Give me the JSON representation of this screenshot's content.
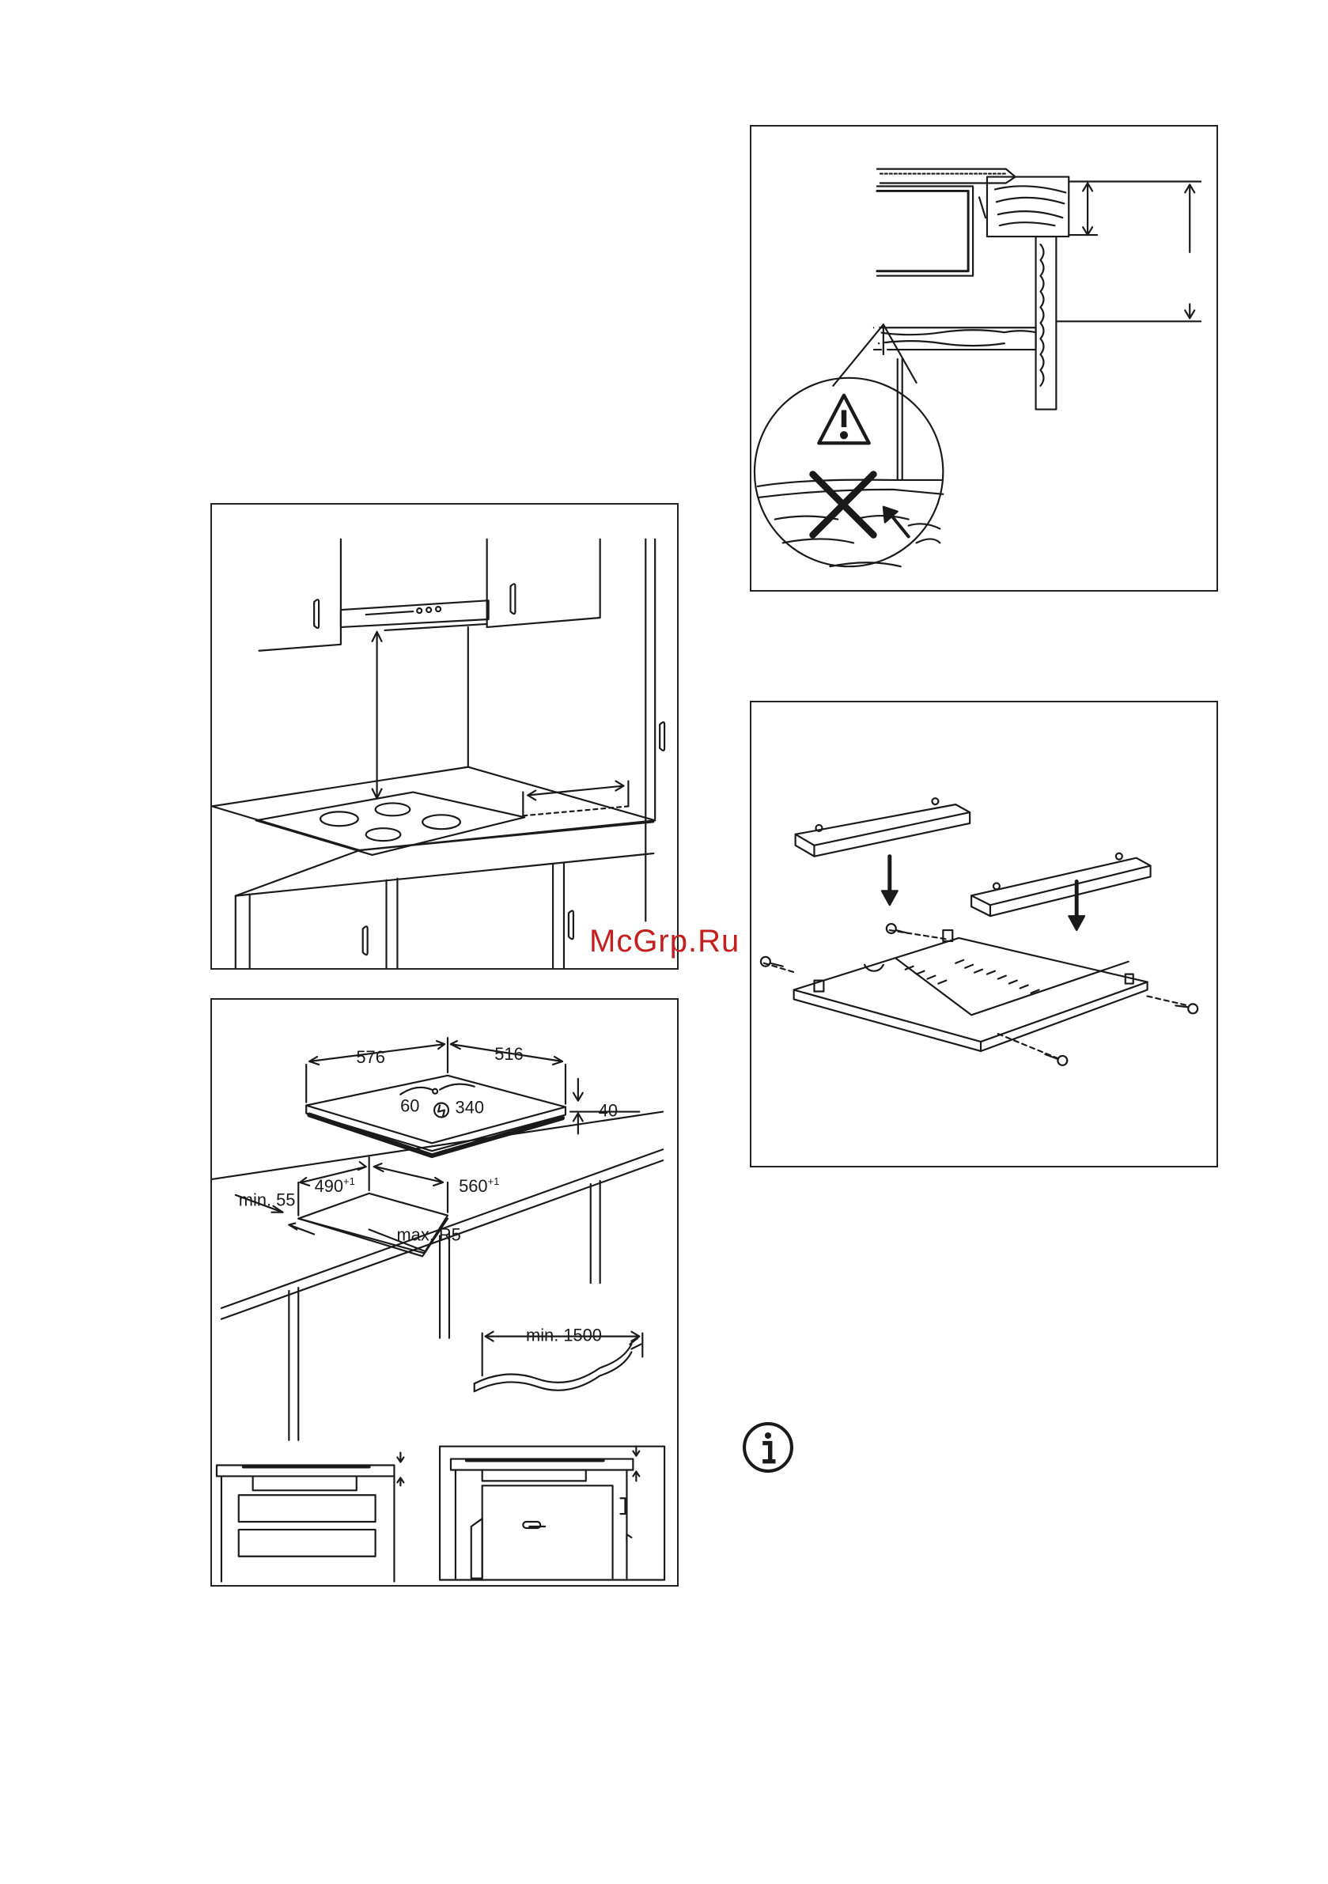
{
  "watermark": "McGrp.Ru",
  "fig_dimensions": {
    "depth": "576",
    "width": "516",
    "cable_dist_1": "60",
    "cable_dist_2": "340",
    "height": "40",
    "cutout_depth": "490",
    "cutout_width": "560",
    "tolerance": "+1",
    "min_wall_gap": "min. 55",
    "max_radius": "max. R5",
    "cable_length": "min. 1500"
  },
  "icons": {
    "warning": "warning-triangle-icon",
    "forbidden": "cross-icon",
    "info": "info-icon"
  },
  "colors": {
    "line": "#1a1a1a",
    "watermark": "#c41f1f"
  }
}
